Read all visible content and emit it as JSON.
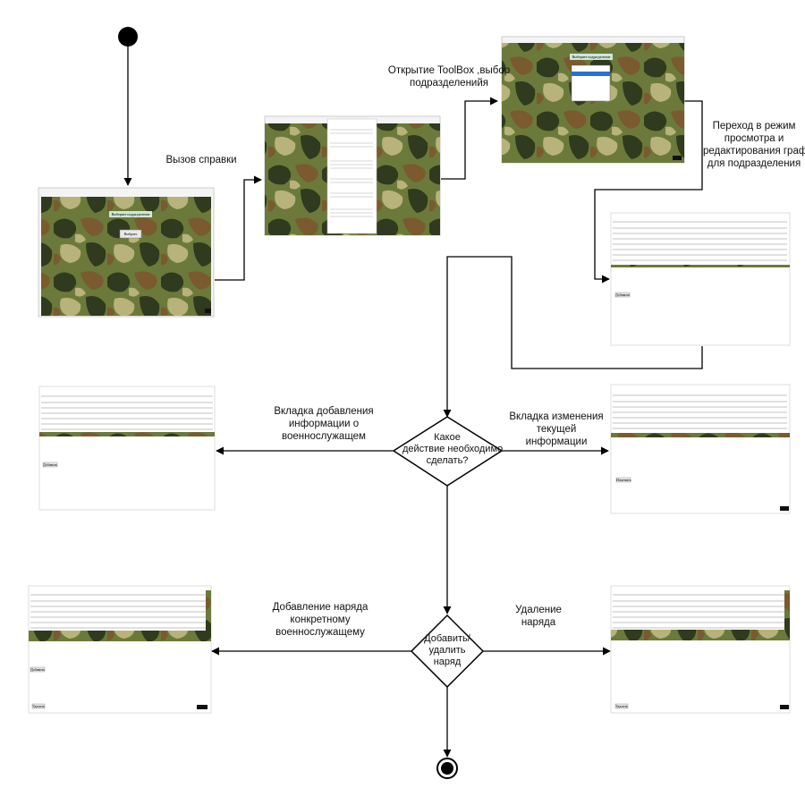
{
  "steps": {
    "help_call": "Вызов справки",
    "toolbox_line1": "Открытие ToolBox ,выбор",
    "toolbox_line2": "подразделенийя",
    "schedule_line1": "Переход в режим",
    "schedule_line2": "просмотра и",
    "schedule_line3": "редактирования графика",
    "schedule_line4": "для подразделения",
    "tab_add_line1": "Вкладка добавления",
    "tab_add_line2": "информации о",
    "tab_add_line3": "военнослужащем",
    "tab_edit_line1": "Вкладка изменения",
    "tab_edit_line2": "текущей информации",
    "duty_add_line1": "Добавление наряда",
    "duty_add_line2": "конкретному",
    "duty_add_line3": "военнослужащему",
    "duty_delete": "Удаление наряда"
  },
  "decisions": {
    "action_line1": "Какое",
    "action_line2": "действие необходимо",
    "action_line3": "сделать?",
    "duty_line1": "Добавить/",
    "duty_line2": "удалить",
    "duty_line3": "наряд"
  },
  "nodes": {
    "start": "start-node",
    "end": "end-node"
  },
  "screens": {
    "main_window_button": "Выбрать",
    "main_window_heading": "Выберите подразделение",
    "add_button": "Добавить",
    "edit_button": "Изменить",
    "delete_button": "Удалить"
  },
  "colors": {
    "line": "#000000",
    "camo_base": "#6b7a3a",
    "camo_dark": "#2f3a1e",
    "camo_brown": "#7a5a2e",
    "camo_light": "#b8b37a"
  }
}
